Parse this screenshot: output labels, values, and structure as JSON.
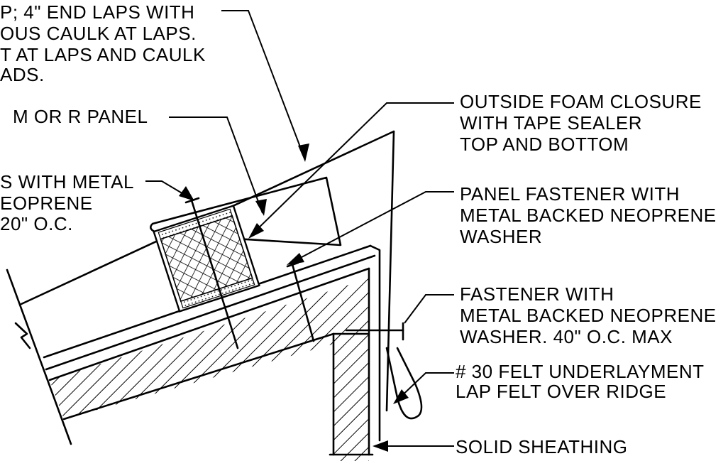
{
  "labels": {
    "laps": [
      "P; 4\" END LAPS WITH",
      "OUS CAULK AT LAPS.",
      "T AT LAPS AND CAULK",
      "ADS."
    ],
    "panel": [
      "M OR R PANEL"
    ],
    "fasteners_left": [
      "S WITH METAL",
      "EOPRENE",
      "20\" O.C."
    ],
    "foam_closure": [
      "OUTSIDE FOAM CLOSURE",
      "WITH TAPE SEALER",
      "TOP AND BOTTOM"
    ],
    "panel_fastener": [
      "PANEL FASTENER WITH",
      "METAL BACKED NEOPRENE",
      "WASHER"
    ],
    "fastener": [
      "FASTENER WITH",
      "METAL BACKED NEOPRENE",
      "WASHER. 40\" O.C. MAX"
    ],
    "felt": [
      "# 30 FELT UNDERLAYMENT",
      "LAP FELT OVER RIDGE"
    ],
    "sheathing": [
      "SOLID SHEATHING"
    ]
  }
}
